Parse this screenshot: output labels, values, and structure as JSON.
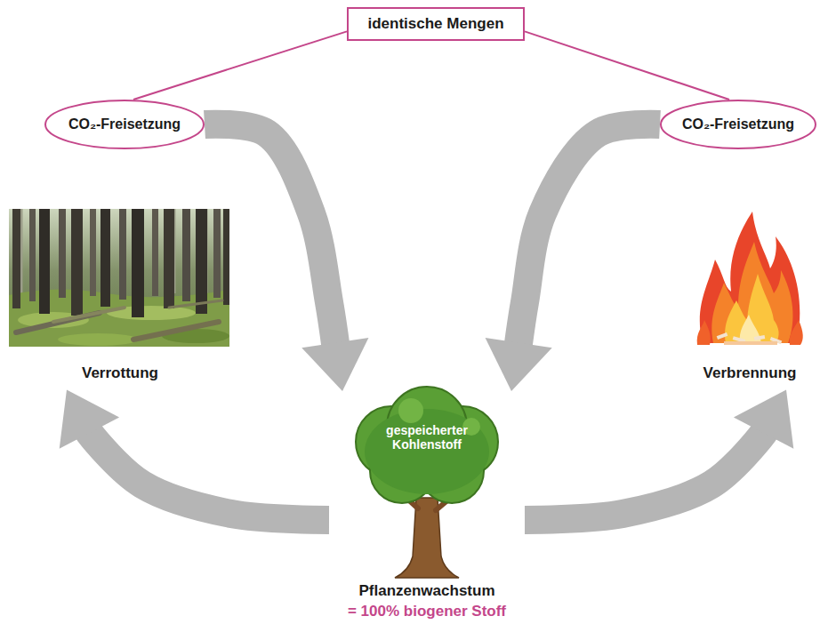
{
  "diagram": {
    "nodes": [
      {
        "text": [
          "identische Mengen"
        ]
      },
      {
        "text": [
          "CO₂-Freisetzung"
        ]
      },
      {
        "text": [
          "CO₂-Freisetzung"
        ]
      },
      {
        "text": [
          "Verrottung"
        ]
      },
      {
        "text": [
          "Verbrennung"
        ]
      },
      {
        "text": [
          "gespeicherter Kohlenstoff",
          "Pflanzenwachstum",
          "= 100% biogener Stoff"
        ]
      }
    ],
    "edges": [
      {
        "from": 0,
        "to": 1,
        "arrow": "none"
      },
      {
        "from": 0,
        "to": 2,
        "arrow": "none"
      },
      {
        "from": 1,
        "to": 5,
        "arrow": "to"
      },
      {
        "from": 2,
        "to": 5,
        "arrow": "to"
      },
      {
        "from": 5,
        "to": 3,
        "arrow": "to"
      },
      {
        "from": 5,
        "to": 4,
        "arrow": "to"
      }
    ]
  }
}
